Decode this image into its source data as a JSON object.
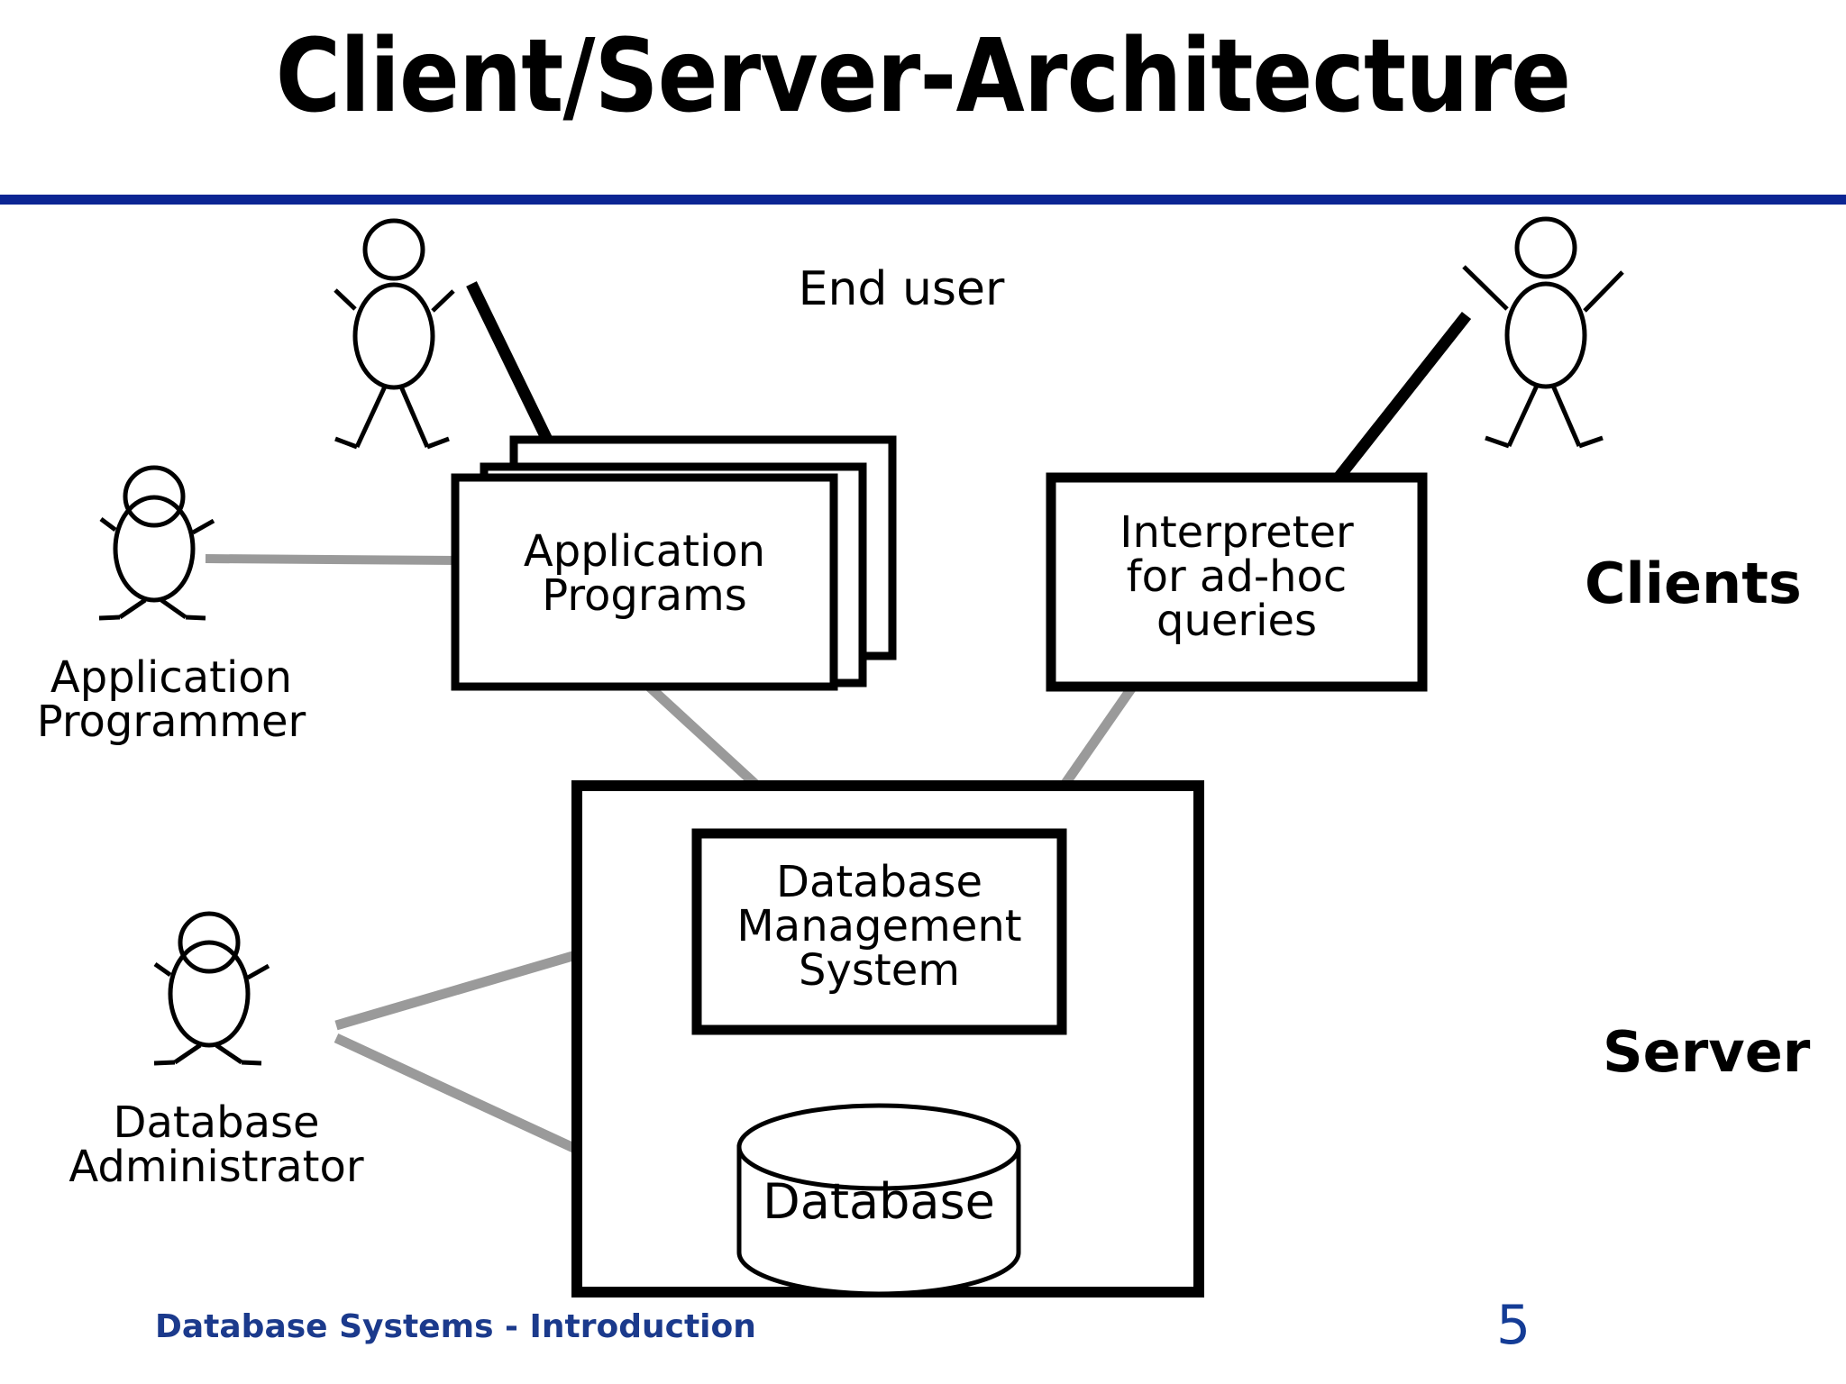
{
  "slide": {
    "title": "Client/Server-Architecture",
    "divider_color": "#0B2593",
    "footer": "Database Systems - Introduction",
    "page_number": "5",
    "footer_color": "#1B3A8C"
  },
  "zones": {
    "clients_label": "Clients",
    "server_label": "Server"
  },
  "actors": {
    "end_user": "End user",
    "application_programmer": "Application\nProgrammer",
    "database_administrator": "Database\nAdministrator"
  },
  "nodes": {
    "application_programs": "Application\nPrograms",
    "interpreter": "Interpreter\nfor ad-hoc\nqueries",
    "dbms": "Database\nManagement\nSystem",
    "database": "Database"
  },
  "colors": {
    "connector_gray": "#9A9A9A",
    "stroke_black": "#000000",
    "box_fill": "#ffffff"
  },
  "diagram": {
    "type": "block-diagram",
    "description": "Client/Server architecture: clients tier contains Application Programs and Interpreter for ad-hoc queries; server tier contains Database Management System and Database.",
    "edges": [
      {
        "from": "end-user-left-figure",
        "to": "application-programs",
        "style": "thick-black"
      },
      {
        "from": "application-programmer-figure",
        "to": "application-programs",
        "style": "gray"
      },
      {
        "from": "end-user-right-figure",
        "to": "interpreter",
        "style": "thick-black"
      },
      {
        "from": "application-programs",
        "to": "dbms",
        "style": "gray"
      },
      {
        "from": "interpreter",
        "to": "dbms",
        "style": "gray"
      },
      {
        "from": "database-administrator-figure",
        "to": "dbms",
        "style": "gray"
      },
      {
        "from": "database-administrator-figure",
        "to": "database",
        "style": "gray"
      },
      {
        "from": "dbms",
        "to": "database",
        "style": "gray"
      }
    ]
  }
}
